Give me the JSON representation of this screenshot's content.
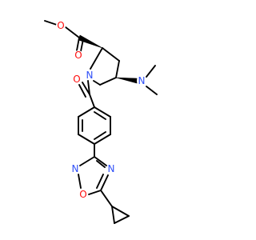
{
  "molecule": {
    "colors": {
      "bond": "#000000",
      "oxygen": "#ff0d0d",
      "nitrogen": "#3050f8",
      "background": "#ffffff"
    },
    "atoms": {
      "ester_carbonyl_o": "O",
      "ester_ether_o": "O",
      "pyrrolidine_n": "N",
      "dimethylamino_n": "N",
      "amide_o": "O",
      "oxadiazole_n_top": "N",
      "oxadiazole_n_side": "N",
      "oxadiazole_o": "O"
    }
  }
}
